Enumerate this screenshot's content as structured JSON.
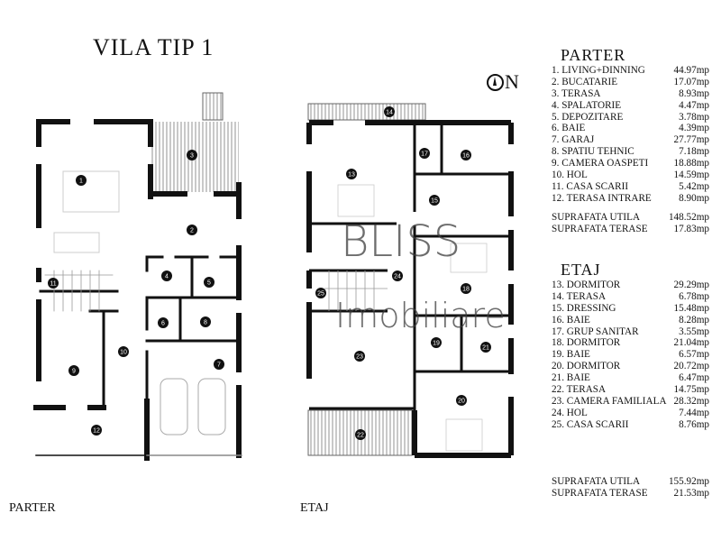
{
  "title": "VILA TIP 1",
  "compass_label": "N",
  "watermark": {
    "line1": "BLISS",
    "line2": "Imobiliare"
  },
  "plan_labels": {
    "parter": "PARTER",
    "etaj": "ETAJ"
  },
  "parter_markers": [
    "1",
    "2",
    "3",
    "4",
    "5",
    "6",
    "7",
    "8",
    "9",
    "10",
    "11",
    "12"
  ],
  "etaj_markers": [
    "13",
    "14",
    "15",
    "16",
    "17",
    "18",
    "19",
    "20",
    "21",
    "22",
    "23",
    "24",
    "25"
  ],
  "parter": {
    "heading": "PARTER",
    "rooms": [
      {
        "name": "1. LIVING+DINNING",
        "area": "44.97mp"
      },
      {
        "name": "2. BUCATARIE",
        "area": "17.07mp"
      },
      {
        "name": "3. TERASA",
        "area": "8.93mp"
      },
      {
        "name": "4. SPALATORIE",
        "area": "4.47mp"
      },
      {
        "name": "5. DEPOZITARE",
        "area": "3.78mp"
      },
      {
        "name": "6. BAIE",
        "area": "4.39mp"
      },
      {
        "name": "7. GARAJ",
        "area": "27.77mp"
      },
      {
        "name": "8. SPATIU TEHNIC",
        "area": "7.18mp"
      },
      {
        "name": "9. CAMERA OASPETI",
        "area": "18.88mp"
      },
      {
        "name": "10. HOL",
        "area": "14.59mp"
      },
      {
        "name": "11. CASA SCARII",
        "area": "5.42mp"
      },
      {
        "name": "12. TERASA INTRARE",
        "area": "8.90mp"
      }
    ],
    "totals": [
      {
        "name": "SUPRAFATA UTILA",
        "area": "148.52mp"
      },
      {
        "name": "SUPRAFATA TERASE",
        "area": "17.83mp"
      }
    ]
  },
  "etaj": {
    "heading": "ETAJ",
    "rooms": [
      {
        "name": "13. DORMITOR",
        "area": "29.29mp"
      },
      {
        "name": "14. TERASA",
        "area": "6.78mp"
      },
      {
        "name": "15. DRESSING",
        "area": "15.48mp"
      },
      {
        "name": "16. BAIE",
        "area": "8.28mp"
      },
      {
        "name": "17. GRUP SANITAR",
        "area": "3.55mp"
      },
      {
        "name": "18. DORMITOR",
        "area": "21.04mp"
      },
      {
        "name": "19. BAIE",
        "area": "6.57mp"
      },
      {
        "name": "20. DORMITOR",
        "area": "20.72mp"
      },
      {
        "name": "21. BAIE",
        "area": "6.47mp"
      },
      {
        "name": "22. TERASA",
        "area": "14.75mp"
      },
      {
        "name": "23. CAMERA FAMILIALA",
        "area": "28.32mp"
      },
      {
        "name": "24. HOL",
        "area": "7.44mp"
      },
      {
        "name": "25. CASA SCARII",
        "area": "8.76mp"
      }
    ],
    "totals": [
      {
        "name": "SUPRAFATA UTILA",
        "area": "155.92mp"
      },
      {
        "name": "SUPRAFATA TERASE",
        "area": "21.53mp"
      }
    ]
  }
}
